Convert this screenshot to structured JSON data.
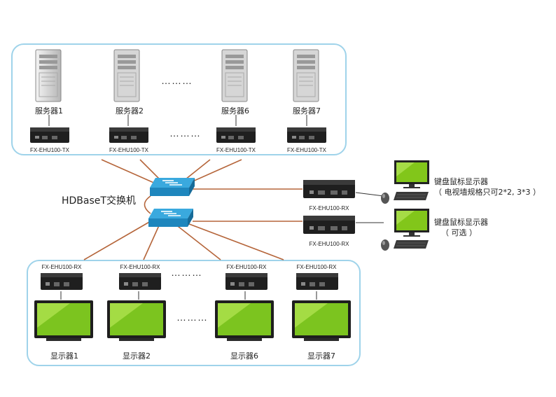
{
  "switch_label": "HDBaseT交换机",
  "servers": [
    {
      "name": "服务器1",
      "model": "FX-EHU100-TX"
    },
    {
      "name": "服务器2",
      "model": "FX-EHU100-TX"
    },
    {
      "name": "服务器6",
      "model": "FX-EHU100-TX"
    },
    {
      "name": "服务器7",
      "model": "FX-EHU100-TX"
    }
  ],
  "top_dots_1": "………",
  "top_dots_2": "………",
  "displays": [
    {
      "name": "显示器1",
      "model": "FX-EHU100-RX"
    },
    {
      "name": "显示器2",
      "model": "FX-EHU100-RX"
    },
    {
      "name": "显示器6",
      "model": "FX-EHU100-RX"
    },
    {
      "name": "显示器7",
      "model": "FX-EHU100-RX"
    }
  ],
  "bottom_dots_1": "………",
  "bottom_dots_2": "………",
  "side_stations": [
    {
      "model": "FX-EHU100-RX",
      "line1": "键盘鼠标显示器",
      "line2": "（ 电视墙规格只可2*2, 3*3 ）"
    },
    {
      "model": "FX-EHU100-RX",
      "line1": "键盘鼠标显示器",
      "line2": "（ 可选 ）"
    }
  ],
  "colors": {
    "panel_border": "#9fd3ea",
    "cable": "#a0522d",
    "switch": "#2f9fd6",
    "screen": "#7cc41f"
  }
}
